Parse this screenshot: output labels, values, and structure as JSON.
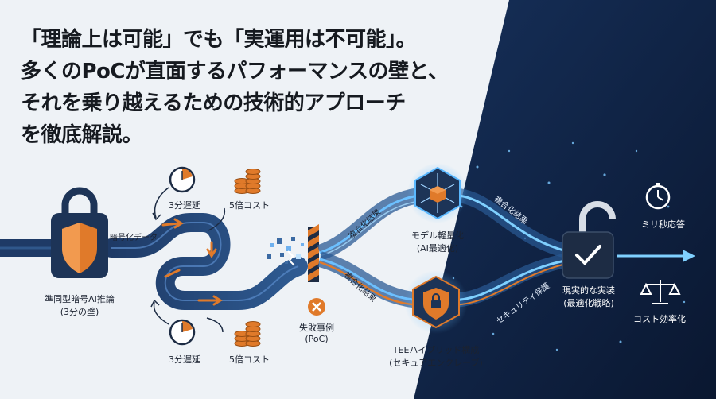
{
  "headline": {
    "line1": "「理論上は可能」でも「実運用は不可能」。",
    "line2": "多くのPoCが直面するパフォーマンスの壁と、",
    "line3": "それを乗り越えるための技術的アプローチ",
    "line4": "を徹底解説。"
  },
  "left": {
    "lock_label_1": "準同型暗号AI推論",
    "lock_label_2": "(3分の壁)",
    "encrypted_data_label": "暗号化データ"
  },
  "costs": {
    "delay_top": "3分遅延",
    "cost_top": "5倍コスト",
    "delay_bottom": "3分遅延",
    "cost_bottom": "5倍コスト"
  },
  "failure": {
    "label_1": "失敗事例",
    "label_2": "(PoC)"
  },
  "routes": {
    "upper_result": "複合化結果",
    "lower_result": "複合化結果",
    "right_upper_result": "複合化結果",
    "security_guard": "セキュリティ保護"
  },
  "nodes": {
    "model_label_1": "モデル軽量化",
    "model_label_2": "(AI最適化)",
    "tee_label_1": "TEEハイブリッド構成",
    "tee_label_2": "(セキュアエンクレーブ)"
  },
  "result": {
    "latency": "ミリ秒応答",
    "impl_1": "現実的な実装",
    "impl_2": "(最適化戦略)",
    "cost": "コスト効率化"
  },
  "colors": {
    "orange": "#e07a2a",
    "navy": "#1d3457",
    "dark_bg": "#0c1a33",
    "glow": "#5ab8ff"
  }
}
